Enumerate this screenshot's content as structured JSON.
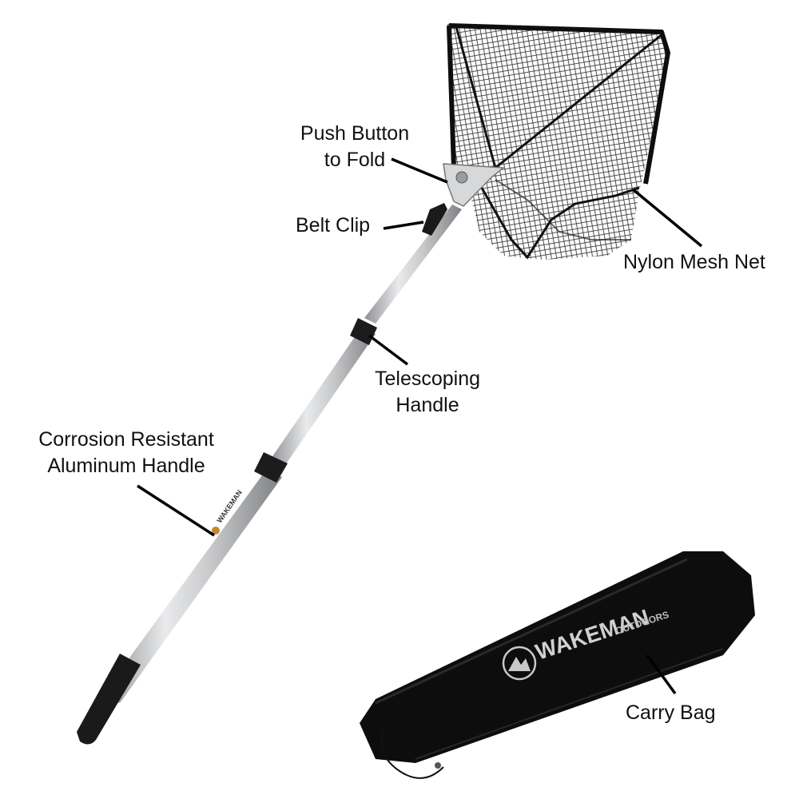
{
  "labels": {
    "push_button": {
      "line1": "Push Button",
      "line2": "to Fold"
    },
    "belt_clip": "Belt Clip",
    "nylon_mesh": "Nylon Mesh Net",
    "telescoping": {
      "line1": "Telescoping",
      "line2": "Handle"
    },
    "aluminum": {
      "line1": "Corrosion Resistant",
      "line2": "Aluminum Handle"
    },
    "carry_bag": "Carry Bag"
  },
  "brand": {
    "handle_logo": "WAKEMAN",
    "bag_logo_main": "WAKEMAN",
    "bag_logo_sub": "OUTDOORS"
  },
  "colors": {
    "background": "#ffffff",
    "aluminum": "#c9cacc",
    "grip": "#1a1a1a",
    "net": "#111111",
    "bag": "#0d0d0d",
    "bag_print": "#d0d0d0"
  }
}
